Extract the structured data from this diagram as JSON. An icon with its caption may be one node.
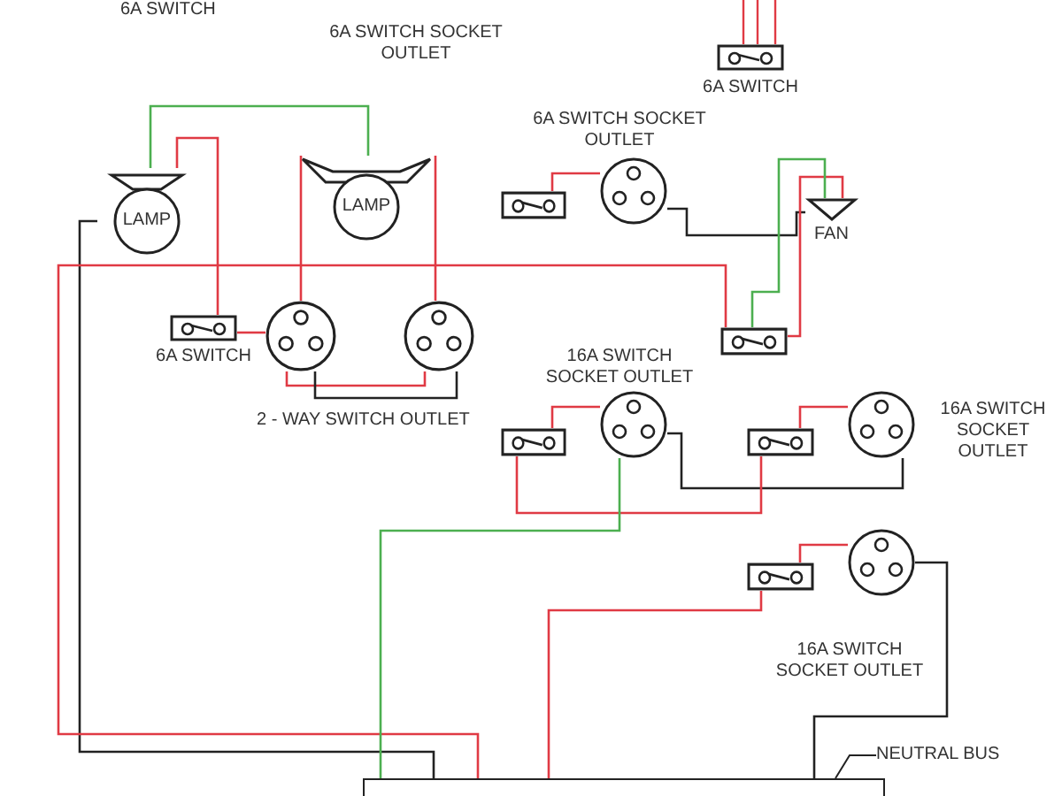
{
  "diagram": {
    "nodes": [
      {
        "text": [],
        "shape": "box",
        "beside": [
          "6A SWITCH"
        ]
      },
      {
        "text": [
          "LAMP"
        ]
      },
      {
        "text": [
          "LAMP"
        ]
      },
      {
        "text": [],
        "shape": "box",
        "beside": [
          "6A SWITCH"
        ]
      },
      {
        "text": [],
        "shape": "circle"
      },
      {
        "text": [],
        "shape": "circle"
      },
      {
        "text": [],
        "shape": "box"
      },
      {
        "text": [],
        "shape": "circle",
        "beside": [
          "6A SWITCH SOCKET OUTLET"
        ]
      },
      {
        "text": [
          "FAN"
        ]
      },
      {
        "text": [],
        "shape": "box"
      },
      {
        "text": [],
        "shape": "box"
      },
      {
        "text": [],
        "shape": "circle",
        "beside": [
          "16A SWITCH SOCKET OUTLET"
        ]
      },
      {
        "text": [],
        "shape": "box"
      },
      {
        "text": [],
        "shape": "circle",
        "beside": [
          "16A SWITCH SOCKET OUTLET"
        ]
      },
      {
        "text": [],
        "shape": "box"
      },
      {
        "text": [],
        "shape": "circle",
        "beside": [
          "16A SWITCH SOCKET OUTLET"
        ]
      },
      {
        "text": [],
        "shape": "bar"
      },
      {
        "text": [
          "NEUTRAL BUS"
        ]
      }
    ],
    "edges": [
      {
        "from": 1,
        "to": 3,
        "arrow": "none",
        "color": "#e03a44"
      },
      {
        "from": 1,
        "to": 2,
        "arrow": "none",
        "color": "#4caf50"
      },
      {
        "from": 2,
        "to": 4,
        "arrow": "none",
        "color": "#e03a44"
      },
      {
        "from": 2,
        "to": 5,
        "arrow": "none",
        "color": "#e03a44"
      },
      {
        "from": 4,
        "to": 5,
        "arrow": "none",
        "color": "#e03a44"
      },
      {
        "from": 4,
        "to": 5,
        "arrow": "none",
        "color": "#222222"
      },
      {
        "from": 3,
        "to": 4,
        "arrow": "none",
        "color": "#e03a44"
      },
      {
        "from": 6,
        "to": 7,
        "arrow": "none",
        "color": "#e03a44"
      },
      {
        "from": 7,
        "to": 8,
        "arrow": "none",
        "color": "#222222"
      },
      {
        "from": 9,
        "to": 8,
        "arrow": "none",
        "color": "#e03a44"
      },
      {
        "from": 9,
        "to": 8,
        "arrow": "none",
        "color": "#4caf50"
      },
      {
        "from": 10,
        "to": 11,
        "arrow": "none",
        "color": "#e03a44"
      },
      {
        "from": 12,
        "to": 13,
        "arrow": "none",
        "color": "#e03a44"
      },
      {
        "from": 14,
        "to": 15,
        "arrow": "none",
        "color": "#e03a44"
      },
      {
        "from": 11,
        "to": 13,
        "arrow": "none",
        "color": "#222222"
      },
      {
        "from": 10,
        "to": 12,
        "arrow": "none",
        "color": "#e03a44"
      },
      {
        "from": 15,
        "to": 16,
        "arrow": "none",
        "color": "#222222"
      },
      {
        "from": 14,
        "to": 16,
        "arrow": "none",
        "color": "#e03a44"
      },
      {
        "from": 1,
        "to": 16,
        "arrow": "none",
        "color": "#222222"
      },
      {
        "from": 9,
        "to": 16,
        "arrow": "none",
        "color": "#e03a44"
      },
      {
        "from": 11,
        "to": 16,
        "arrow": "none",
        "color": "#4caf50"
      },
      {
        "from": 17,
        "to": 16,
        "arrow": "none",
        "color": "#222222"
      }
    ],
    "labels": [
      "6A SWITCH",
      "6A SWITCH SOCKET OUTLET",
      "2 - WAY SWITCH OUTLET"
    ]
  }
}
